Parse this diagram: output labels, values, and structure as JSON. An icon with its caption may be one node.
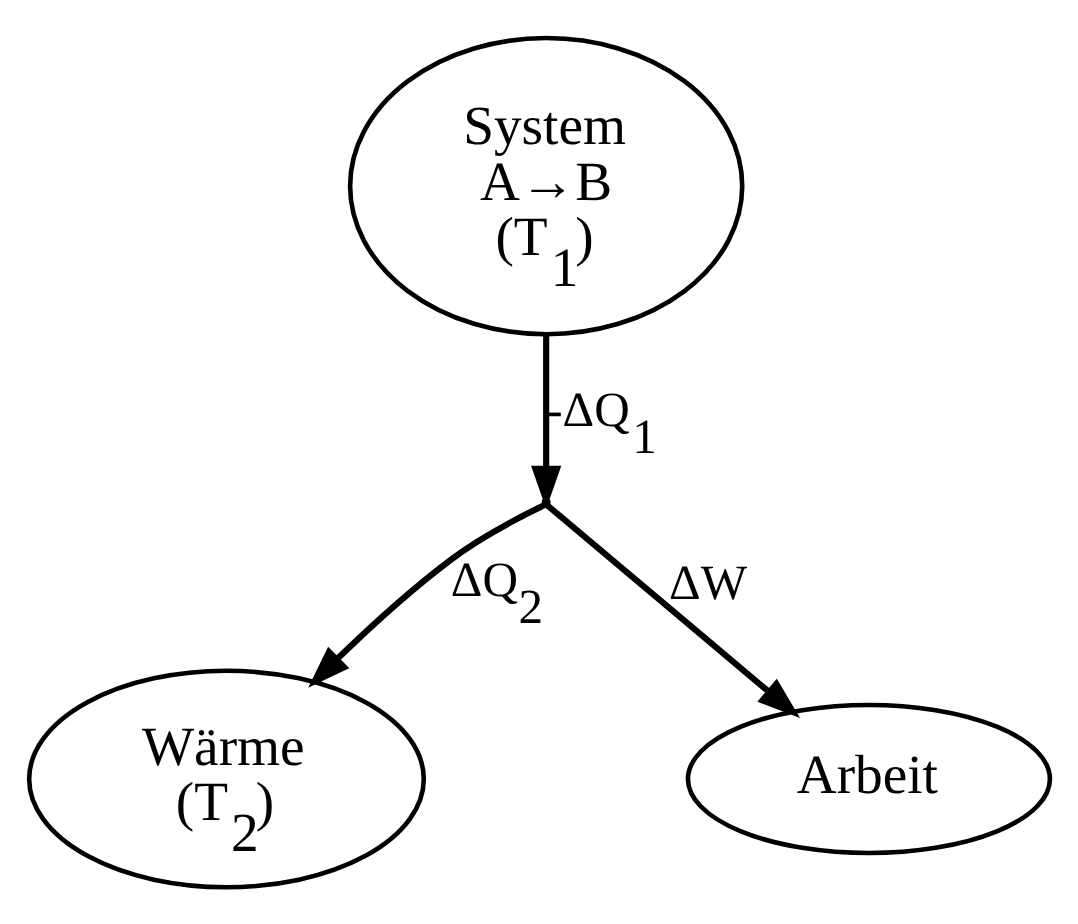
{
  "diagram": {
    "nodes": [
      {
        "text": [
          "System A→B (T$_{1}$)"
        ]
      },
      {
        "text": [
          "Wärme (T$_{2}$)"
        ]
      },
      {
        "text": [
          "Arbeit"
        ]
      },
      {
        "text": [],
        "shape": "point"
      }
    ],
    "edges": [
      {
        "from": 0,
        "to": 3,
        "arrow": "to",
        "label": "-ΔQ$_{1}$"
      },
      {
        "from": 3,
        "to": 1,
        "arrow": "to",
        "label": "ΔQ$_{2}$"
      },
      {
        "from": 3,
        "to": 2,
        "arrow": "to",
        "label": "ΔW"
      }
    ]
  }
}
